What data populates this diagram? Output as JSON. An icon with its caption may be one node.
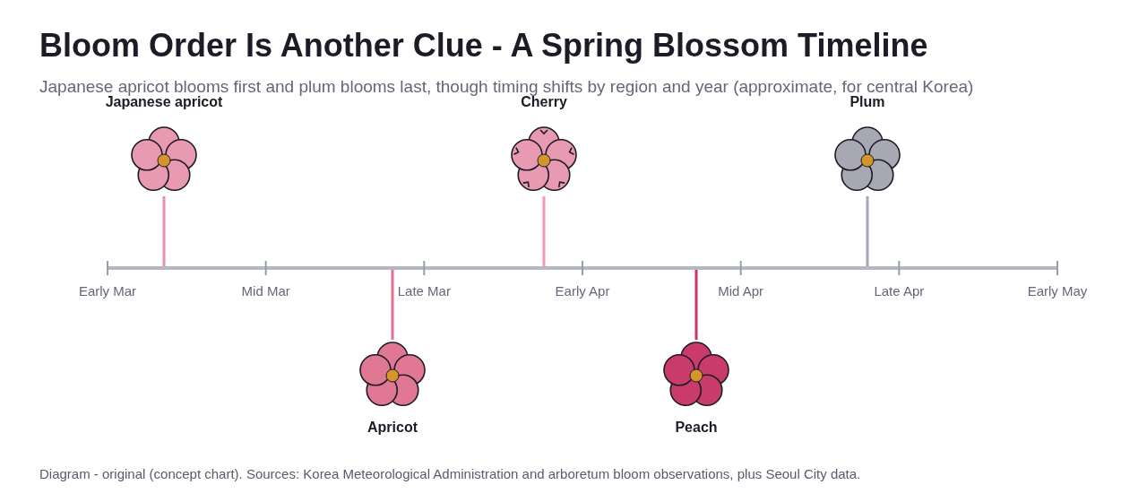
{
  "diagram": {
    "title": "Bloom Order Is Another Clue - A Spring Blossom Timeline",
    "caption": "Diagram - original (concept chart). Sources: Korea Meteorological Administration and arboretum bloom observations, plus Seoul City data.",
    "nodes": [
      {
        "text": [
          "Japanese apricot"
        ]
      },
      {
        "text": [
          "Apricot"
        ]
      },
      {
        "text": [
          "Cherry"
        ]
      },
      {
        "text": [
          "Peach"
        ]
      },
      {
        "text": [
          "Plum"
        ]
      }
    ],
    "edges": [
      {
        "from": 0,
        "to": null,
        "arrow": "none",
        "color": "#f08cb4"
      },
      {
        "from": 1,
        "to": null,
        "arrow": "none",
        "color": "#e07090"
      },
      {
        "from": 2,
        "to": null,
        "arrow": "none",
        "color": "#f09ab8"
      },
      {
        "from": 3,
        "to": null,
        "arrow": "none",
        "color": "#d0306a"
      },
      {
        "from": 4,
        "to": null,
        "arrow": "none",
        "color": "#a8a8b4"
      }
    ],
    "labels": [
      "Japanese apricot blooms first and plum blooms last, though timing shifts by region and year (approximate, for central Korea)",
      "Early Mar",
      "Mid Mar",
      "Late Mar",
      "Early Apr",
      "Mid Apr",
      "Late Apr",
      "Early May"
    ]
  }
}
